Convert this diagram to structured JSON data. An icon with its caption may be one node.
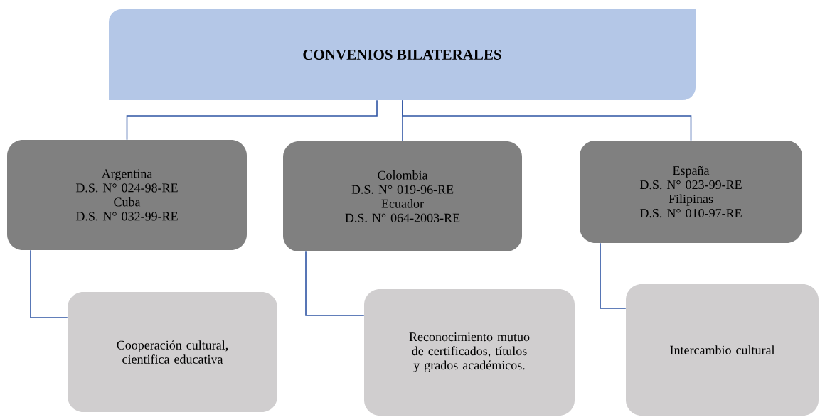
{
  "diagram": {
    "nodes": [
      {
        "text": [
          "CONVENIOS BILATERALES"
        ]
      },
      {
        "text": [
          "Argentina",
          "D.S. N° 024-98-RE",
          "Cuba",
          "D.S. N° 032-99-RE"
        ]
      },
      {
        "text": [
          "Colombia",
          "D.S. N° 019-96-RE",
          "Ecuador",
          "D.S. N° 064-2003-RE"
        ]
      },
      {
        "text": [
          "España",
          "D.S. N° 023-99-RE",
          "Filipinas",
          "D.S. N° 010-97-RE"
        ]
      },
      {
        "text": [
          "Cooperación cultural, cientifica educativa"
        ]
      },
      {
        "text": [
          "Reconocimiento mutuo de certificados, títulos y grados académicos."
        ]
      },
      {
        "text": [
          "Intercambio cultural"
        ]
      }
    ],
    "edges": [
      {
        "from": 0,
        "to": 1,
        "arrow": "none"
      },
      {
        "from": 0,
        "to": 2,
        "arrow": "none"
      },
      {
        "from": 0,
        "to": 3,
        "arrow": "none"
      },
      {
        "from": 1,
        "to": 4,
        "arrow": "none"
      },
      {
        "from": 2,
        "to": 5,
        "arrow": "none"
      },
      {
        "from": 3,
        "to": 6,
        "arrow": "none"
      }
    ]
  }
}
